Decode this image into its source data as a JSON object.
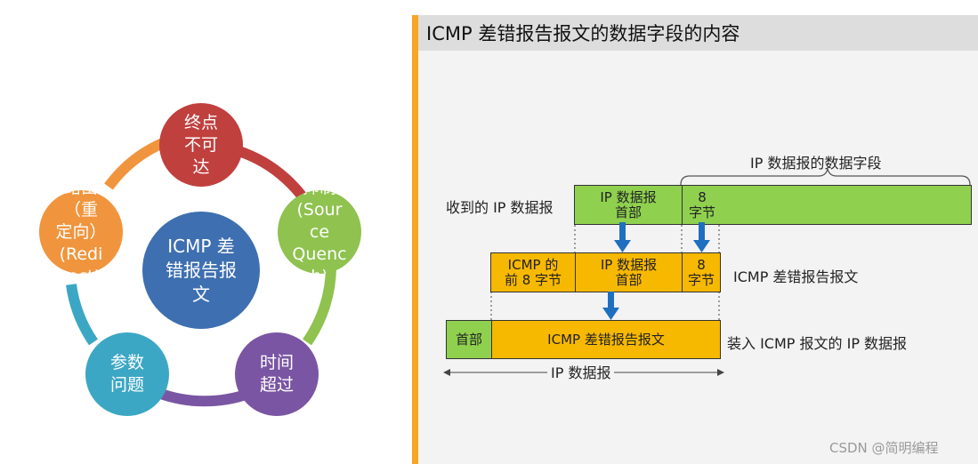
{
  "cycle": {
    "center": "ICMP 差\n错报告报\n文",
    "nodes": [
      {
        "id": "unreachable",
        "label": "终点\n不可\n达",
        "color": "#c0403e"
      },
      {
        "id": "quench",
        "label": "抑制\n(Sour\nce\nQuenc\nh)",
        "color": "#8fc24f"
      },
      {
        "id": "timeout",
        "label": "时间\n超过",
        "color": "#7a55a3"
      },
      {
        "id": "param",
        "label": "参数\n问题",
        "color": "#3ca7c4"
      },
      {
        "id": "redirect",
        "label": "路由\n（重\n定向）\n(Redi\nrect)",
        "color": "#f0953d"
      }
    ],
    "center_color": "#3e6fb0"
  },
  "panel": {
    "title": "ICMP 差错报告报文的数据字段的内容",
    "brace_label": "IP 数据报的数据字段",
    "row1_label": "收到的 IP 数据报",
    "row1_header": "IP 数据报\n首部",
    "row1_8": "8\n字节",
    "row2_icmp": "ICMP 的\n前 8 字节",
    "row2_header": "IP 数据报\n首部",
    "row2_8": "8\n字节",
    "row2_label": "ICMP 差错报告报文",
    "row3_head": "首部",
    "row3_body": "ICMP 差错报告报文",
    "row3_label": "装入 ICMP 报文的 IP 数据报",
    "span_label": "IP 数据报"
  },
  "colors": {
    "green": "#8fd14f",
    "yellow": "#f7b800",
    "arrow": "#1f6fc0",
    "accent": "#f5a623"
  },
  "watermark": "CSDN @简明编程"
}
